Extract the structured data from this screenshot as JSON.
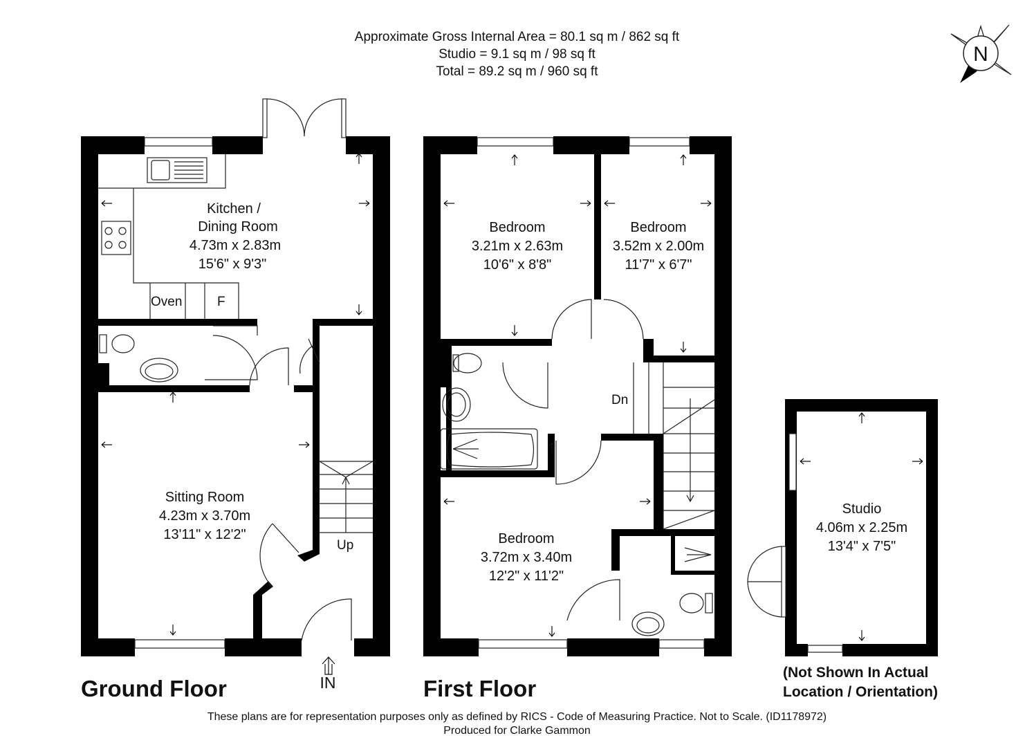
{
  "header": {
    "gross_area": "Approximate Gross Internal Area = 80.1 sq m / 862 sq ft",
    "studio_area": "Studio = 9.1 sq m / 98 sq ft",
    "total_area": "Total = 89.2 sq m / 960 sq ft"
  },
  "compass": {
    "label": "N"
  },
  "ground_floor": {
    "title": "Ground Floor",
    "kitchen": {
      "name1": "Kitchen /",
      "name2": "Dining Room",
      "metric": "4.73m x 2.83m",
      "imperial": "15'6\" x 9'3\""
    },
    "oven_label": "Oven",
    "fridge_label": "F",
    "sitting": {
      "name": "Sitting Room",
      "metric": "4.23m x 3.70m",
      "imperial": "13'11\" x 12'2\""
    },
    "stairs_label": "Up",
    "entrance_label": "IN"
  },
  "first_floor": {
    "title": "First Floor",
    "bedroom1": {
      "name": "Bedroom",
      "metric": "3.21m x 2.63m",
      "imperial": "10'6\" x 8'8\""
    },
    "bedroom2": {
      "name": "Bedroom",
      "metric": "3.52m x 2.00m",
      "imperial": "11'7\" x 6'7\""
    },
    "bedroom3": {
      "name": "Bedroom",
      "metric": "3.72m x 3.40m",
      "imperial": "12'2\" x 11'2\""
    },
    "stairs_label": "Dn"
  },
  "studio": {
    "name": "Studio",
    "metric": "4.06m x 2.25m",
    "imperial": "13'4\" x 7'5\"",
    "note1": "(Not Shown In Actual",
    "note2": "Location / Orientation)"
  },
  "footer": {
    "disclaimer": "These plans are for representation purposes only as defined by RICS - Code of Measuring Practice. Not to Scale. (ID1178972)",
    "produced_for": "Produced for Clarke Gammon"
  }
}
